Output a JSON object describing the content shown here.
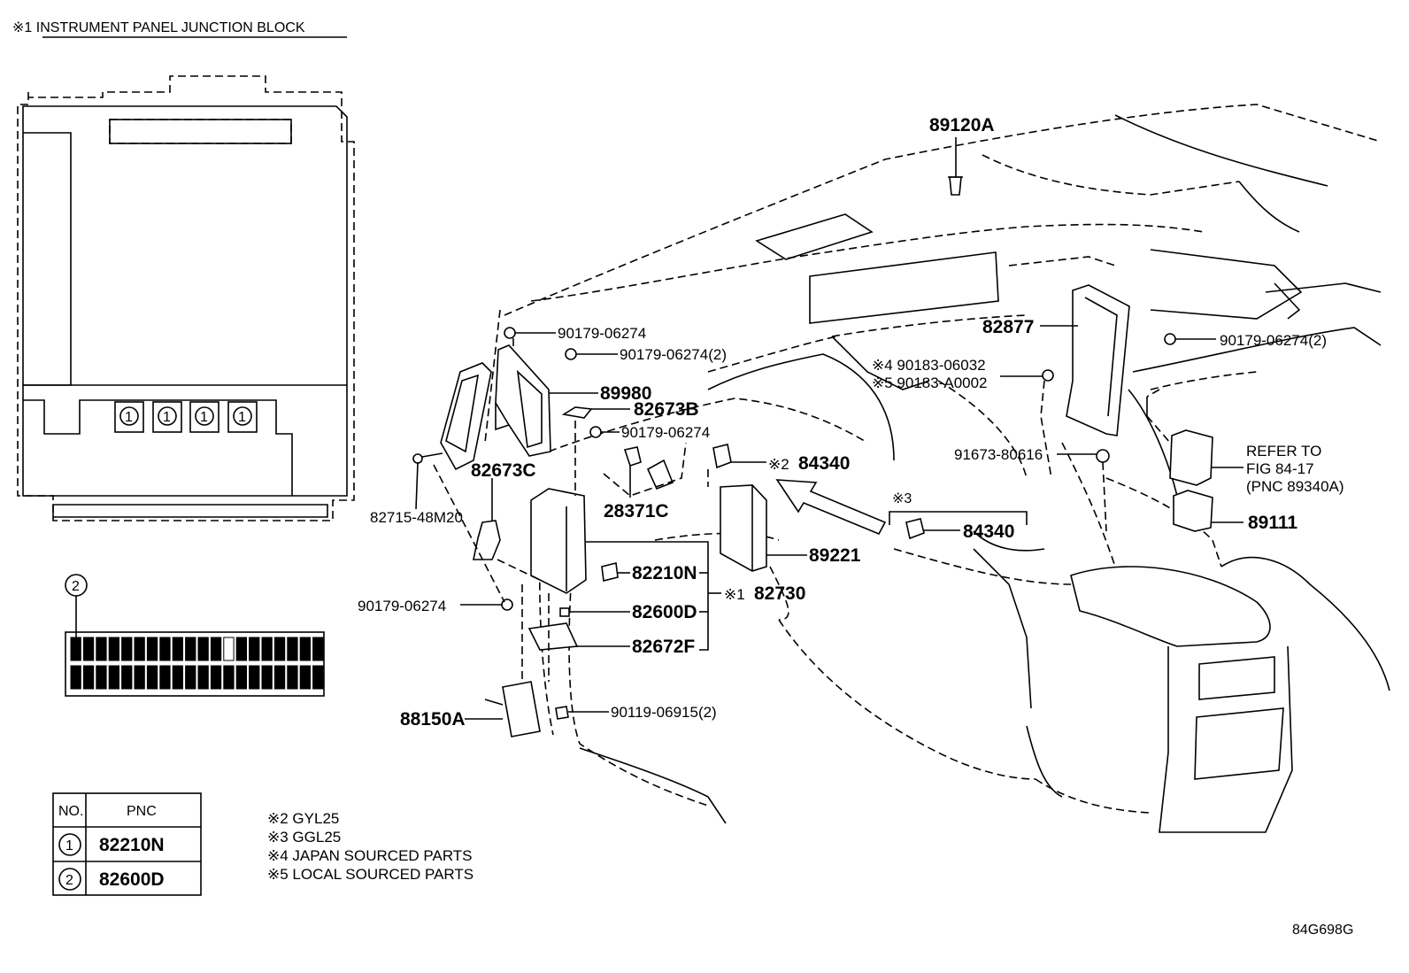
{
  "header": {
    "junction_block_title": "※1 INSTRUMENT PANEL JUNCTION BLOCK"
  },
  "junction_block": {
    "fuse_markers": [
      "1",
      "1",
      "1",
      "1"
    ],
    "relay_marker": "2"
  },
  "callouts": {
    "p89120A": "89120A",
    "p90179_a": "90179-06274",
    "p90179_b": "90179-06274(2)",
    "p89980": "89980",
    "p82673B": "82673B",
    "p90179_c": "90179-06274",
    "p82673C": "82673C",
    "p82715": "82715-48M20",
    "p28371C": "28371C",
    "p84340_a_note": "※2",
    "p84340_a": "84340",
    "p89221": "89221",
    "p82210N": "82210N",
    "p82600D": "82600D",
    "p82672F": "82672F",
    "p82730_note": "※1",
    "p82730": "82730",
    "p90179_d": "90179-06274",
    "p88150A": "88150A",
    "p90119": "90119-06915(2)",
    "p82877": "82877",
    "p90183_a": "※4 90183-06032",
    "p90183_b": "※5 90183-A0002",
    "p90179_e": "90179-06274(2)",
    "p91673": "91673-80616",
    "refer_1": "REFER TO",
    "refer_2": "FIG 84-17",
    "refer_3": "(PNC 89340A)",
    "p84340_b_note": "※3",
    "p84340_b": "84340",
    "p89111": "89111"
  },
  "pnc_table": {
    "header_no": "NO.",
    "header_pnc": "PNC",
    "rows": [
      {
        "no": "1",
        "pnc": "82210N"
      },
      {
        "no": "2",
        "pnc": "82600D"
      }
    ]
  },
  "notes": [
    "※2  GYL25",
    "※3  GGL25",
    "※4 JAPAN SOURCED PARTS",
    "※5 LOCAL SOURCED PARTS"
  ],
  "figure_id": "84G698G"
}
